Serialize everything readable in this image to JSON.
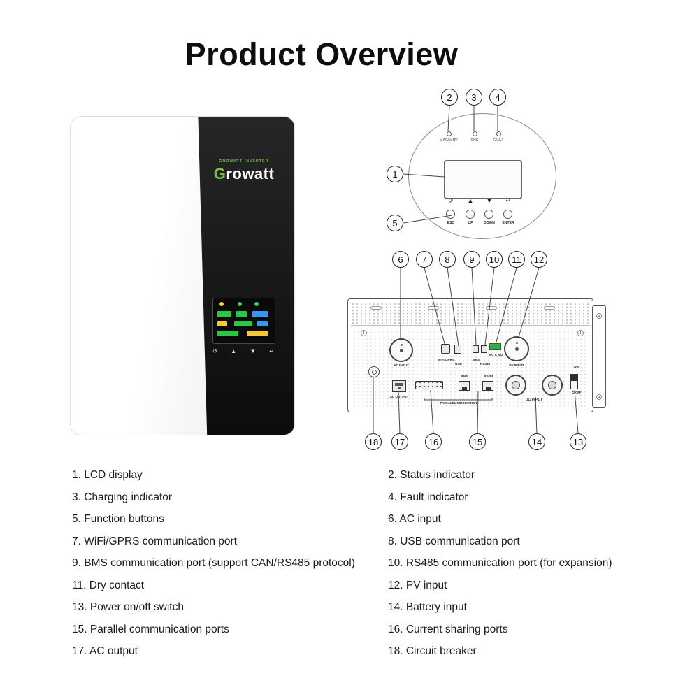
{
  "title": "Product Overview",
  "device": {
    "tagline": "GROWATT INVERTER",
    "brand_g": "G",
    "brand_rest": "rowatt"
  },
  "top_panel": {
    "indicators": [
      "⊙AC/⊙INV",
      "CHG",
      "FAULT"
    ],
    "button_symbols": [
      "↺",
      "▲",
      "▼",
      "↵"
    ],
    "buttons": [
      "ESC",
      "UP",
      "DOWN",
      "ENTER"
    ]
  },
  "bottom_panel": {
    "ac_input": "AC INPUT",
    "wifi": "WIFI/GPRS",
    "usb": "USB",
    "bms": "BMS",
    "rs485": "RS485",
    "dry_contact": "NC C NO",
    "pv_input": "PV INPUT",
    "ac_output": "AC OUTPUT",
    "rj45_bms": "BMS",
    "rj45_rs485": "RS485",
    "parallel": "PARALLEL CONNECTION",
    "dc_input": "DC INPUT",
    "switch_on": "I ON",
    "switch_off": "O OFF"
  },
  "callouts": [
    "1",
    "2",
    "3",
    "4",
    "5",
    "6",
    "7",
    "8",
    "9",
    "10",
    "11",
    "12",
    "13",
    "14",
    "15",
    "16",
    "17",
    "18"
  ],
  "legend": {
    "items": [
      "1. LCD display",
      "2. Status indicator",
      "3. Charging indicator",
      "4. Fault indicator",
      "5. Function buttons",
      "6. AC input",
      "7. WiFi/GPRS communication port",
      "8. USB communication port",
      "9. BMS communication port (support CAN/RS485 protocol)",
      "10. RS485 communication port (for expansion)",
      "11. Dry contact",
      "12. PV input",
      "13. Power on/off switch",
      "14. Battery input",
      "15. Parallel communication ports",
      "16. Current sharing ports",
      "17. AC output",
      "18. Circuit breaker"
    ]
  }
}
